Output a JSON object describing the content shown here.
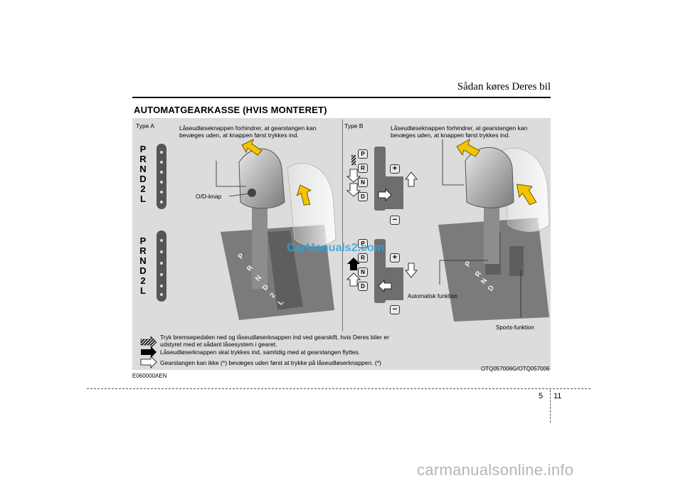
{
  "header": {
    "title": "Sådan køres Deres bil"
  },
  "section": {
    "heading": "AUTOMATGEARKASSE (HVIS MONTERET)"
  },
  "figure": {
    "type_a": {
      "label": "Type A",
      "callout": "Låseudløseknappen forhindrer, at gearstangen kan\nbevæges uden, at knappen først trykkes ind.",
      "od_label": "O/D-knap",
      "gears_top": [
        "P",
        "R",
        "N",
        "D",
        "2",
        "L"
      ],
      "gears_bottom": [
        "P",
        "R",
        "N",
        "D",
        "2",
        "L"
      ],
      "gate_letters": [
        "P",
        "R",
        "N",
        "D",
        "2",
        "L"
      ]
    },
    "type_b": {
      "label": "Type B",
      "callout": "Låseudløseknappen forhindrer, at gearstangen kan\nbevæges uden, at knappen først trykkes ind.",
      "gears": [
        "P",
        "R",
        "N",
        "D"
      ],
      "plus": "+",
      "minus": "−",
      "auto_label": "Automatisk funktion",
      "sports_label": "Sports-funktion",
      "gate_letters": [
        "P",
        "R",
        "N",
        "D"
      ]
    },
    "legend": [
      {
        "icon": "hatched-arrow-icon",
        "text": "Tryk bremsepedalen ned og låseudløserknappen ind ved gearskift, hvis Deres biler er\nudstyret med et sådant låsesystem i gearet."
      },
      {
        "icon": "solid-arrow-icon",
        "text": "Låseudløserknappen skal trykkes ind, samtidig med at gearstangen flyttes."
      },
      {
        "icon": "outline-arrow-icon",
        "text": "Gearstangen kan ikke (*) bevæges uden først at trykke på låseudløserknappen. (*)"
      }
    ],
    "code_right": "OTQ057006G/OTQ057006",
    "watermark": "CarManuals2.com"
  },
  "code_left": "E060000AEN",
  "page": {
    "section": "5",
    "number": "11"
  },
  "footer_watermark": "carmanualsonline.info",
  "colors": {
    "panel": "#dcdcdc",
    "arrow": "#f5c400",
    "lever": "#8a8a8a",
    "watermark": "#2fa4e0"
  }
}
